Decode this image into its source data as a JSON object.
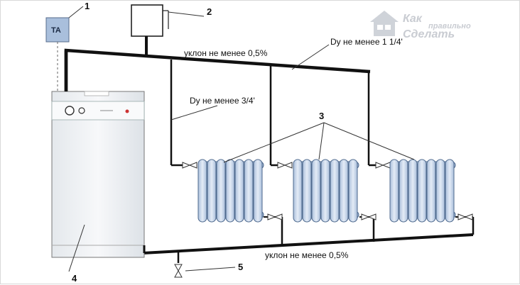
{
  "watermark": {
    "line1": "Как",
    "line2": "правильно",
    "line3": "Сделать"
  },
  "thermostat_label": "TA",
  "callouts": {
    "n1": "1",
    "n2": "2",
    "n3": "3",
    "n4": "4",
    "n5": "5"
  },
  "labels": {
    "slope_top": "уклон не менее 0,5%",
    "dy_main": "Dy не менее 1 1/4'",
    "dy_branch": "Dy не менее 3/4'",
    "slope_bottom": "уклон не менее 0,5%"
  },
  "colors": {
    "pipe": "#111111",
    "radiator_fill": "#c9d8ea",
    "radiator_stroke": "#4f6a8e",
    "boiler_fill": "#f2f4f6",
    "thermostat_fill": "#a9bfdc"
  },
  "icons": [
    "house-logo-icon",
    "boiler-knob-icon",
    "valve-icon"
  ]
}
